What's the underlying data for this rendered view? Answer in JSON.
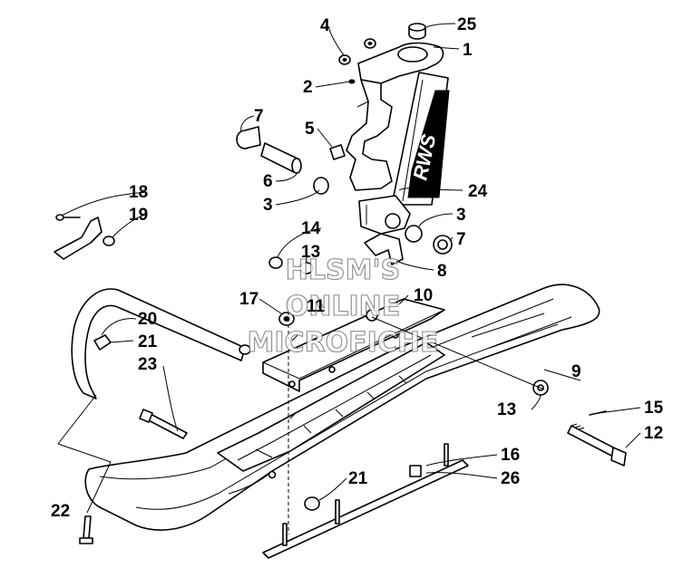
{
  "watermark": {
    "line1": "HLSM'S",
    "line2": "ONLINE",
    "line3": "MICROFICHE"
  },
  "spindle_decal": "RWS",
  "callouts": [
    {
      "id": "c1",
      "text": "1"
    },
    {
      "id": "c2",
      "text": "2"
    },
    {
      "id": "c3a",
      "text": "3"
    },
    {
      "id": "c3b",
      "text": "3"
    },
    {
      "id": "c4",
      "text": "4"
    },
    {
      "id": "c5",
      "text": "5"
    },
    {
      "id": "c6",
      "text": "6"
    },
    {
      "id": "c7a",
      "text": "7"
    },
    {
      "id": "c7b",
      "text": "7"
    },
    {
      "id": "c8",
      "text": "8"
    },
    {
      "id": "c9",
      "text": "9"
    },
    {
      "id": "c10",
      "text": "10"
    },
    {
      "id": "c11",
      "text": "11"
    },
    {
      "id": "c12",
      "text": "12"
    },
    {
      "id": "c13a",
      "text": "13"
    },
    {
      "id": "c13b",
      "text": "13"
    },
    {
      "id": "c14",
      "text": "14"
    },
    {
      "id": "c15",
      "text": "15"
    },
    {
      "id": "c16",
      "text": "16"
    },
    {
      "id": "c17",
      "text": "17"
    },
    {
      "id": "c18",
      "text": "18"
    },
    {
      "id": "c19",
      "text": "19"
    },
    {
      "id": "c20",
      "text": "20"
    },
    {
      "id": "c21a",
      "text": "21"
    },
    {
      "id": "c21b",
      "text": "21"
    },
    {
      "id": "c22",
      "text": "22"
    },
    {
      "id": "c23",
      "text": "23"
    },
    {
      "id": "c24",
      "text": "24"
    },
    {
      "id": "c25",
      "text": "25"
    },
    {
      "id": "c26",
      "text": "26"
    }
  ]
}
